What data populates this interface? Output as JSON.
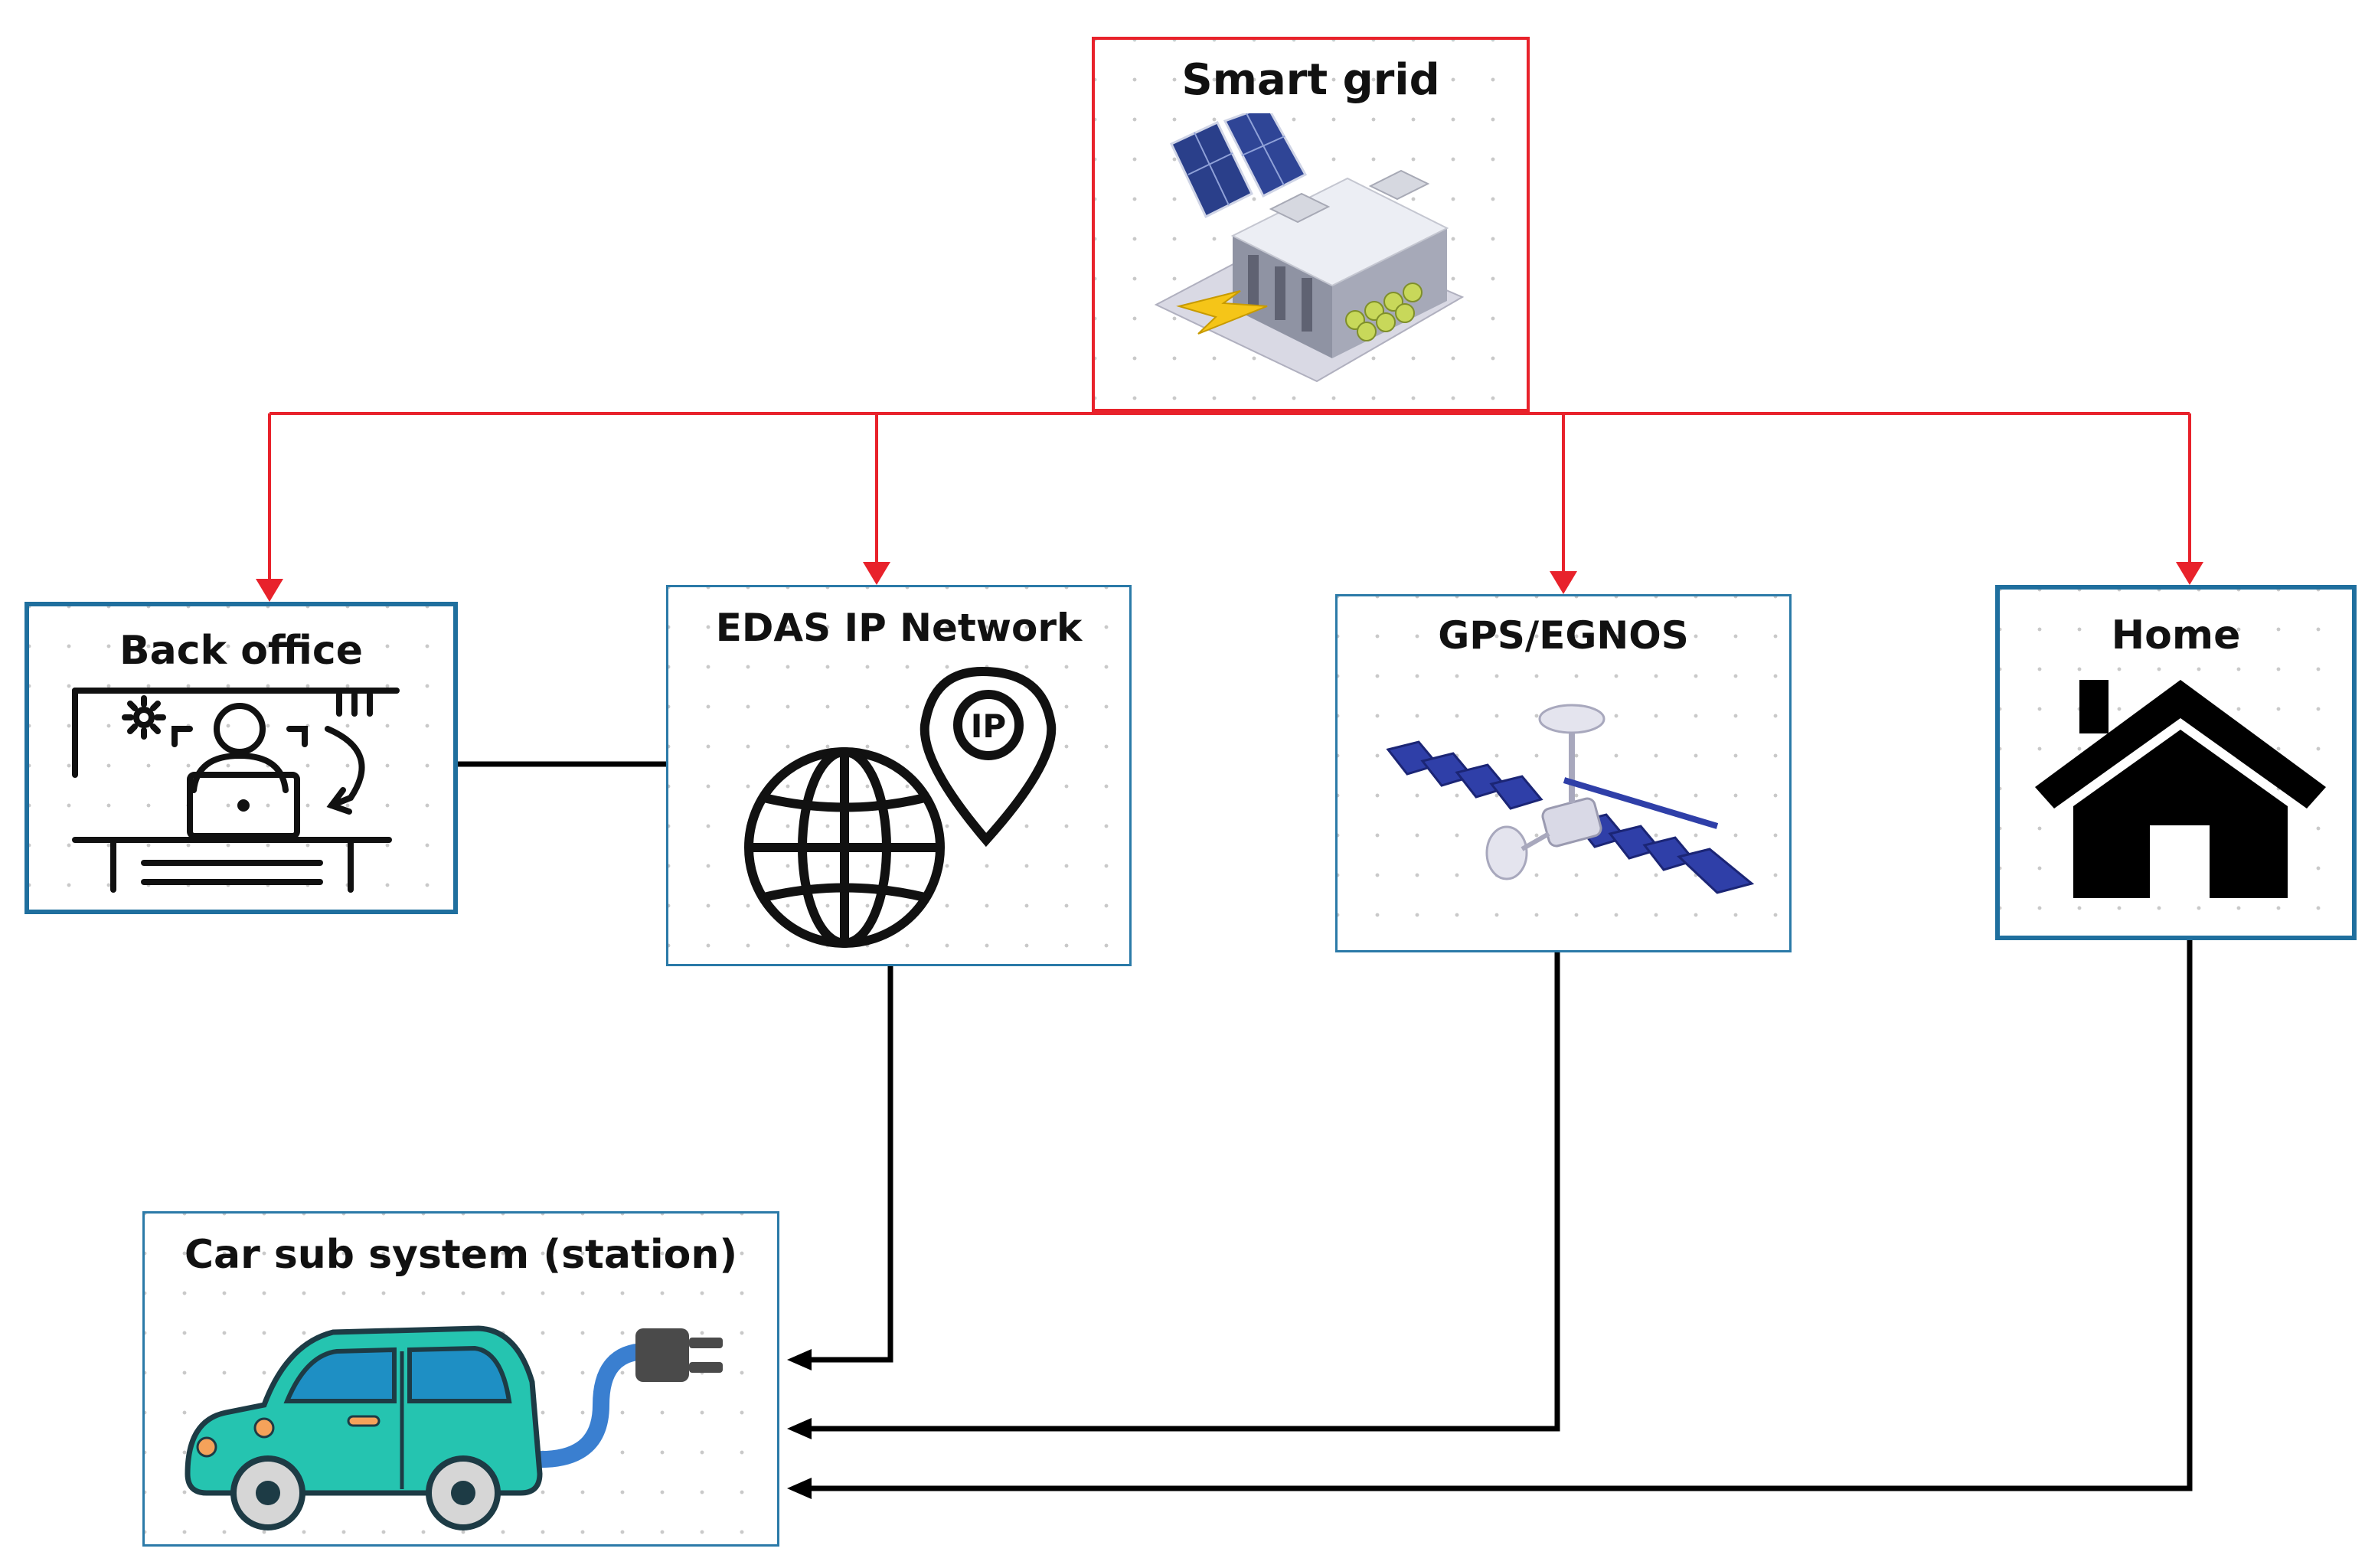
{
  "diagram": {
    "nodes": {
      "smart_grid": {
        "label": "Smart grid",
        "icon": "solar-building-icon"
      },
      "back_office": {
        "label": "Back office",
        "icon": "office-worker-icon"
      },
      "edas": {
        "label": "EDAS IP Network",
        "icon": "globe-ip-pin-icon"
      },
      "gps": {
        "label": "GPS/EGNOS",
        "icon": "satellite-icon"
      },
      "home": {
        "label": "Home",
        "icon": "house-icon"
      },
      "car": {
        "label": "Car sub system (station)",
        "icon": "electric-car-plug-icon"
      }
    },
    "edges": [
      {
        "from": "smart_grid",
        "to": "back_office",
        "color": "#e8222b"
      },
      {
        "from": "smart_grid",
        "to": "edas",
        "color": "#e8222b"
      },
      {
        "from": "smart_grid",
        "to": "gps",
        "color": "#e8222b"
      },
      {
        "from": "smart_grid",
        "to": "home",
        "color": "#e8222b"
      },
      {
        "from": "back_office",
        "to": "edas",
        "color": "#000000",
        "directed": false
      },
      {
        "from": "edas",
        "to": "car",
        "color": "#000000"
      },
      {
        "from": "gps",
        "to": "car",
        "color": "#000000"
      },
      {
        "from": "home",
        "to": "car",
        "color": "#000000"
      }
    ],
    "colors": {
      "grid_link": "#e8222b",
      "data_link": "#000000",
      "box_border": "#1f6f9e",
      "car_body": "#25c4b0"
    }
  }
}
